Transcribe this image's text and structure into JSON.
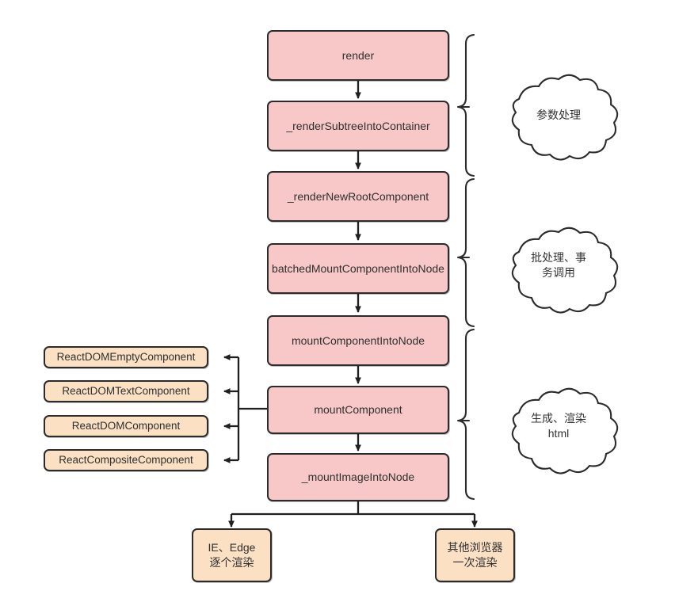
{
  "diagram": {
    "title": "React render pipeline flowchart",
    "colors": {
      "pink_fill": "#f8c8c8",
      "orange_fill": "#fbe0c4",
      "stroke": "#2b2b2b",
      "background": "#ffffff"
    },
    "main_flow": [
      {
        "id": "render",
        "label": "render"
      },
      {
        "id": "render-subtree-into-container",
        "label": "_renderSubtreeIntoContainer"
      },
      {
        "id": "render-new-root-component",
        "label": "_renderNewRootComponent"
      },
      {
        "id": "batched-mount-component-into-node",
        "label": "batchedMountComponentIntoNode"
      },
      {
        "id": "mount-component-into-node",
        "label": "mountComponentIntoNode"
      },
      {
        "id": "mount-component",
        "label": "mountComponent"
      },
      {
        "id": "mount-image-into-node",
        "label": "_mountImageIntoNode"
      }
    ],
    "component_types": [
      {
        "id": "react-dom-empty-component",
        "label": "ReactDOMEmptyComponent"
      },
      {
        "id": "react-dom-text-component",
        "label": "ReactDOMTextComponent"
      },
      {
        "id": "react-dom-component",
        "label": "ReactDOMComponent"
      },
      {
        "id": "react-composite-component",
        "label": "ReactCompositeComponent"
      }
    ],
    "outputs": [
      {
        "id": "ie-edge",
        "label": "IE、Edge\n逐个渲染"
      },
      {
        "id": "other-browsers",
        "label": "其他浏览器\n一次渲染"
      }
    ],
    "annotations": [
      {
        "id": "parameter-handling",
        "label": "参数处理"
      },
      {
        "id": "batch-transaction",
        "label": "批处理、事\n务调用"
      },
      {
        "id": "generate-render-html",
        "label": "生成、渲染\nhtml"
      }
    ]
  }
}
